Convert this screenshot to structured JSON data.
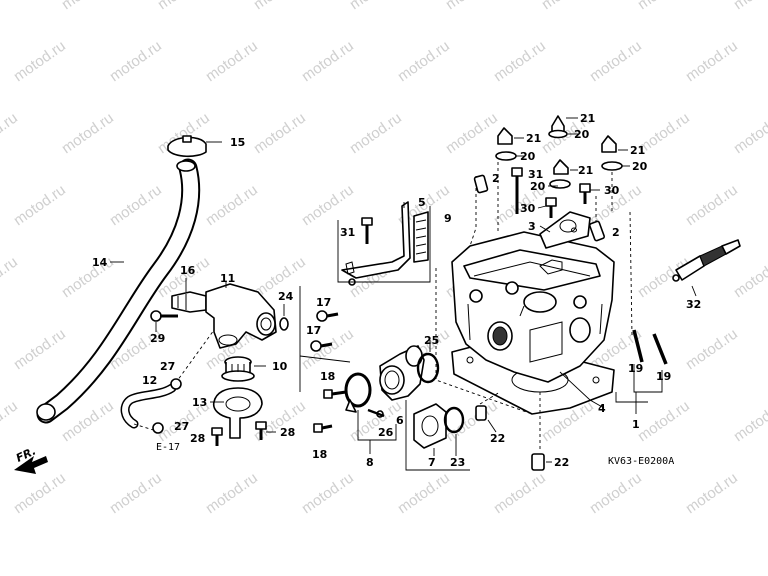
{
  "watermark": "motod.ru",
  "diagram_code": "KV63-E0200A",
  "direction_label": "FR.",
  "reference_label": "E-17",
  "callouts": {
    "c1": "1",
    "c2a": "2",
    "c2b": "2",
    "c3": "3",
    "c4": "4",
    "c5": "5",
    "c6": "6",
    "c7": "7",
    "c8": "8",
    "c9": "9",
    "c10": "10",
    "c11": "11",
    "c12": "12",
    "c13": "13",
    "c14": "14",
    "c15": "15",
    "c16": "16",
    "c17a": "17",
    "c17b": "17",
    "c18a": "18",
    "c18b": "18",
    "c19a": "19",
    "c19b": "19",
    "c20a": "20",
    "c20b": "20",
    "c20c": "20",
    "c20d": "20",
    "c21a": "21",
    "c21b": "21",
    "c21c": "21",
    "c21d": "21",
    "c22a": "22",
    "c22b": "22",
    "c23": "23",
    "c24": "24",
    "c25": "25",
    "c26": "26",
    "c27a": "27",
    "c27b": "27",
    "c28a": "28",
    "c28b": "28",
    "c29": "29",
    "c30a": "30",
    "c30b": "30",
    "c31a": "31",
    "c31b": "31",
    "c32": "32"
  }
}
